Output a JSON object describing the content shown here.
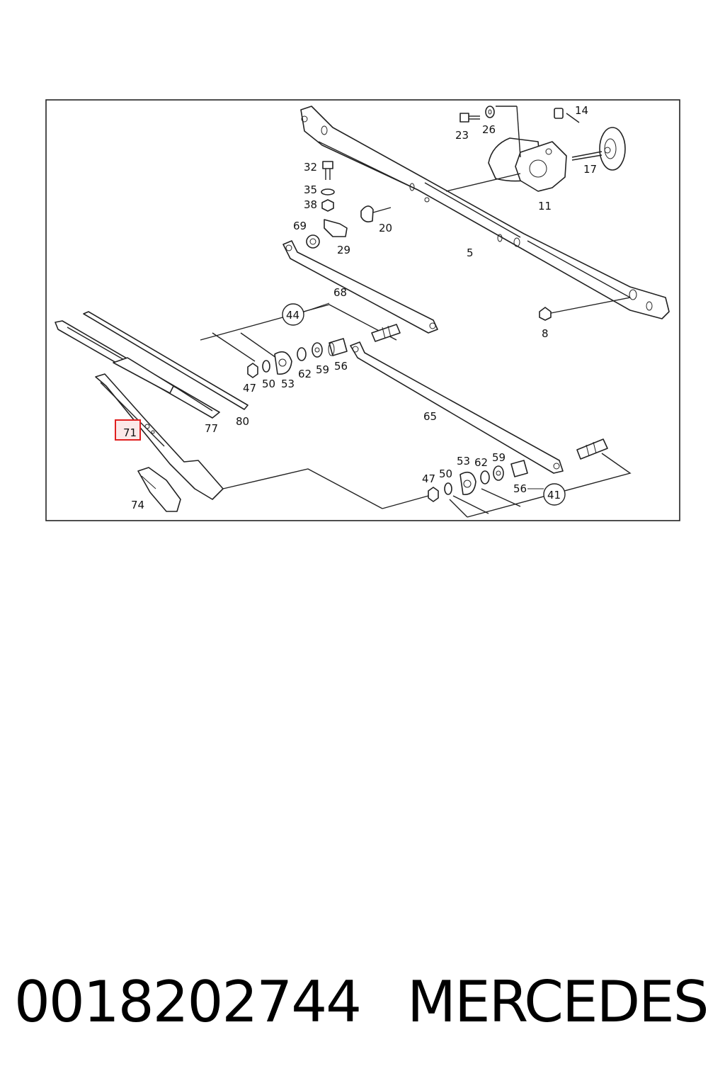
{
  "diagram": {
    "callouts": {
      "c5": "5",
      "c8": "8",
      "c11": "11",
      "c14": "14",
      "c17": "17",
      "c20": "20",
      "c23": "23",
      "c26": "26",
      "c29": "29",
      "c32": "32",
      "c35": "35",
      "c38": "38",
      "c41": "41",
      "c44": "44",
      "c47a": "47",
      "c50a": "50",
      "c53a": "53",
      "c56a": "56",
      "c59a": "59",
      "c62a": "62",
      "c47b": "47",
      "c50b": "50",
      "c53b": "53",
      "c56b": "56",
      "c59b": "59",
      "c62b": "62",
      "c65": "65",
      "c68": "68",
      "c69": "69",
      "c71": "71",
      "c74": "74",
      "c77": "77",
      "c80": "80"
    },
    "highlighted_callout": "71",
    "highlight_color": "#e02020"
  },
  "caption": {
    "part_number": "0018202744",
    "brand": "MERCEDES"
  }
}
